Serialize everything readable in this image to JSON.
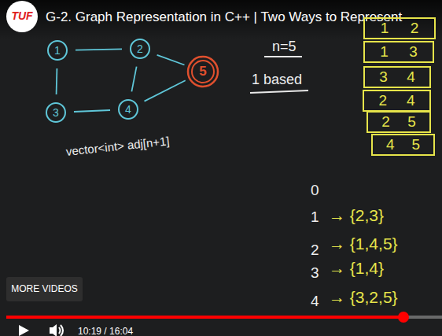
{
  "diagram": {
    "title": "G-2. Graph Representation in C++ | Two Ways to Represent",
    "nodes": [
      {
        "text": [
          "1"
        ]
      },
      {
        "text": [
          "2"
        ]
      },
      {
        "text": [
          "3"
        ]
      },
      {
        "text": [
          "4"
        ]
      },
      {
        "text": [
          "5"
        ]
      },
      {
        "text": [
          "1",
          "2"
        ]
      },
      {
        "text": [
          "1",
          "3"
        ]
      },
      {
        "text": [
          "3",
          "4"
        ]
      },
      {
        "text": [
          "2",
          "4"
        ]
      },
      {
        "text": [
          "2",
          "5"
        ]
      },
      {
        "text": [
          "4",
          "5"
        ]
      }
    ],
    "edges": [
      {
        "from": 0,
        "to": 1,
        "arrow": "none"
      },
      {
        "from": 0,
        "to": 2,
        "arrow": "none"
      },
      {
        "from": 1,
        "to": 3,
        "arrow": "none"
      },
      {
        "from": 2,
        "to": 3,
        "arrow": "none"
      },
      {
        "from": 1,
        "to": 4,
        "arrow": "none"
      },
      {
        "from": 3,
        "to": 4,
        "arrow": "none"
      }
    ],
    "labels": [
      "TUF",
      "n=5",
      "1 based",
      "vector<int> adj[n+1]",
      "0",
      "1",
      "→ {2,3}",
      "2",
      "→ {1,4,5}",
      "3",
      "→ {1,4}",
      "4",
      "→ {3,2,5}",
      "MORE VIDEOS",
      "10:19 / 16:04"
    ]
  }
}
